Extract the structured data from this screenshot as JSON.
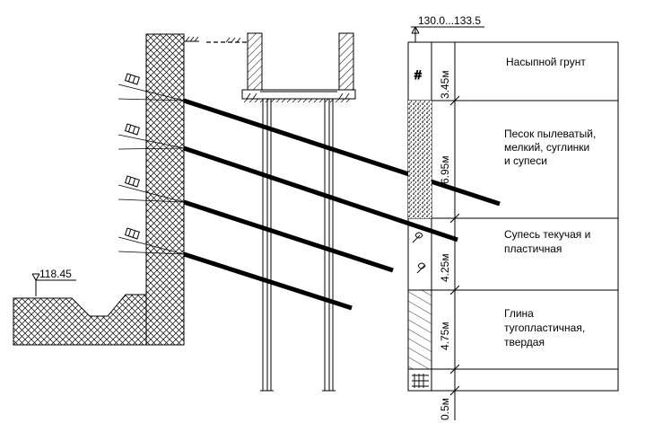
{
  "elevations": {
    "top": "130.0...133.5",
    "bottom": "118.45"
  },
  "layers": [
    {
      "thickness": "3.45м",
      "description": [
        "Насыпной грунт"
      ]
    },
    {
      "thickness": "6.95м",
      "description": [
        "Песок пылеватый,",
        "мелкий, суглинки",
        "и супеси"
      ]
    },
    {
      "thickness": "4.25м",
      "description": [
        "Супесь текучая и",
        "пластичная"
      ]
    },
    {
      "thickness": "4.75м",
      "description": [
        "Глина",
        "тугопластичная,",
        "твердая"
      ]
    },
    {
      "thickness": "0.5м",
      "description": []
    }
  ]
}
